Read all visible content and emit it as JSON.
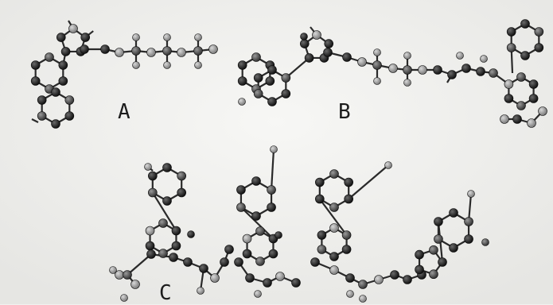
{
  "labels": {
    "a": "A",
    "b": "B",
    "c": "C"
  },
  "colors": {
    "background": "#f1f1ef",
    "carbon": "#1a1a1a",
    "nitrogen": "#4a4a4a",
    "oxygen": "#8c8c8c",
    "phosphorus": "#6e6e6e",
    "bond": "#2a2a2a"
  }
}
